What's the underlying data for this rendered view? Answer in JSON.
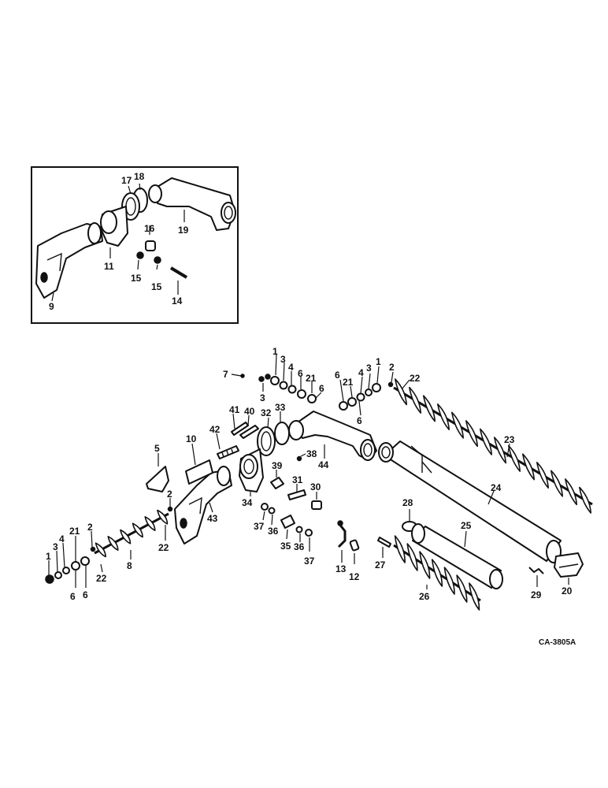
{
  "figure_code": "CA-3805A",
  "callouts": {
    "n1": "1",
    "n2": "2",
    "n3": "3",
    "n4": "4",
    "n5": "5",
    "n6": "6",
    "n7": "7",
    "n8": "8",
    "n9": "9",
    "n10": "10",
    "n11": "11",
    "n12": "12",
    "n13": "13",
    "n14": "14",
    "n15": "15",
    "n16": "16",
    "n17": "17",
    "n18": "18",
    "n19": "19",
    "n20": "20",
    "n21": "21",
    "n22": "22",
    "n23": "23",
    "n24": "24",
    "n25": "25",
    "n26": "26",
    "n27": "27",
    "n28": "28",
    "n29": "29",
    "n30": "30",
    "n31": "31",
    "n32": "32",
    "n33": "33",
    "n34": "34",
    "n35": "35",
    "n36": "36",
    "n37": "37",
    "n38": "38",
    "n39": "39",
    "n40": "40",
    "n41": "41",
    "n42": "42",
    "n43": "43",
    "n44": "44"
  }
}
